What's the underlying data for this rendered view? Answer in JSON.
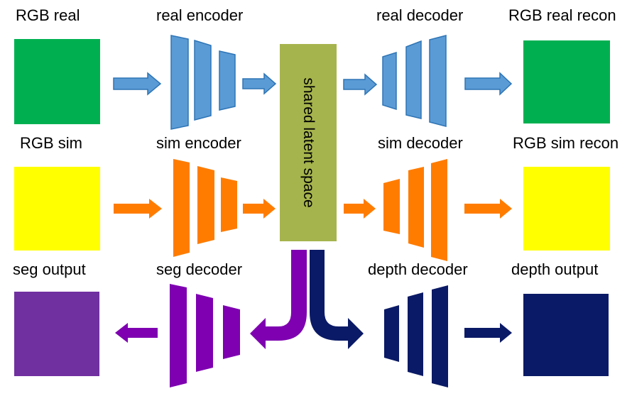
{
  "colors": {
    "green": "#00B050",
    "yellow": "#FFFF00",
    "purple": "#7030A0",
    "navy": "#0B1A66",
    "blue": "#5B9BD5",
    "blue_stroke": "#2E75B6",
    "orange": "#FF7C00",
    "olive": "#A6B44D",
    "purple_arrow": "#7E00B0"
  },
  "labels": {
    "rgb_real": "RGB real",
    "real_encoder": "real encoder",
    "real_decoder": "real decoder",
    "rgb_real_recon": "RGB real recon",
    "rgb_sim": "RGB sim",
    "sim_encoder": "sim encoder",
    "sim_decoder": "sim decoder",
    "rgb_sim_recon": "RGB sim recon",
    "seg_output": "seg output",
    "seg_decoder": "seg decoder",
    "depth_decoder": "depth decoder",
    "depth_output": "depth output",
    "shared_latent_space": "shared latent space"
  }
}
